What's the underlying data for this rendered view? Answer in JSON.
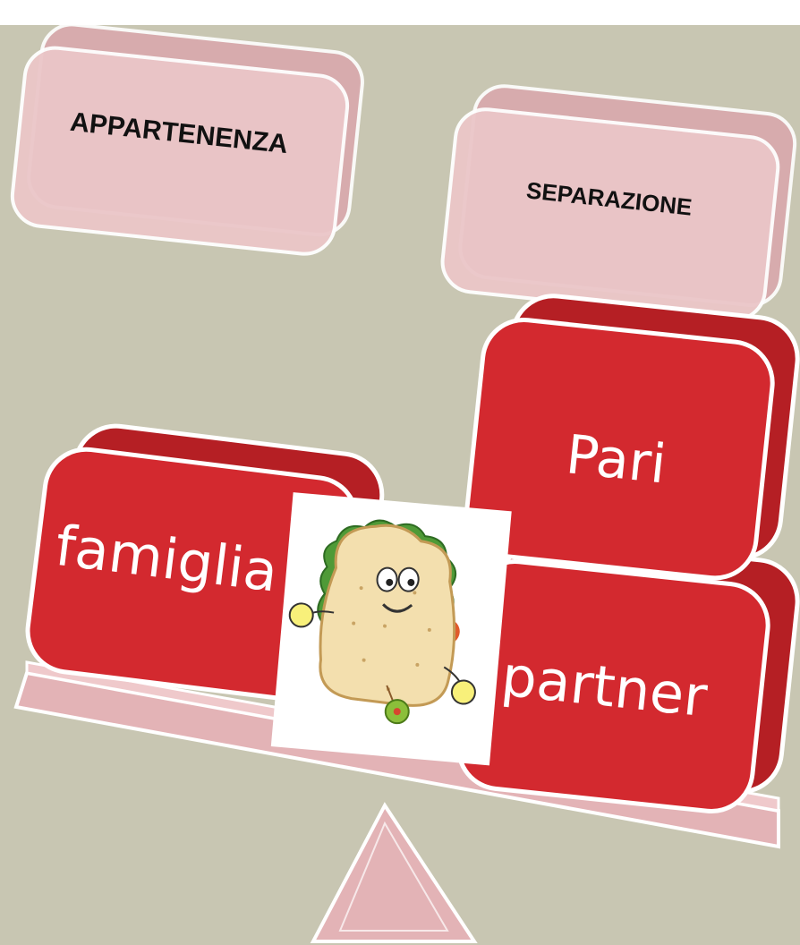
{
  "blocks": {
    "appartenenza": "APPARTENENZA",
    "separazione": "SEPARAZIONE",
    "pari": "Pari",
    "famiglia": "famiglia",
    "partner": "partner"
  },
  "colors": {
    "background": "#c8c6b2",
    "pink_block": "#ebc6c8",
    "pink_block_side": "#d9a9ad",
    "red_block": "#d3292f",
    "red_block_side": "#b51f24",
    "block_outline": "#ffffff"
  },
  "image": {
    "icon": "sandwich-character-icon"
  }
}
